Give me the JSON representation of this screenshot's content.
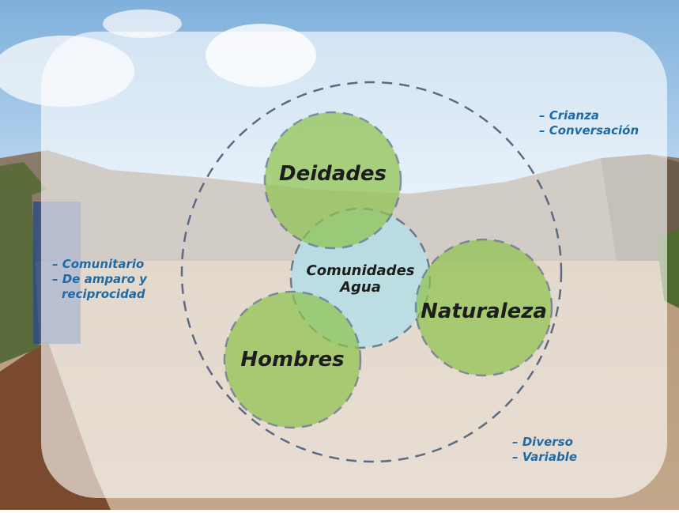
{
  "diagram": {
    "circles": {
      "deidades": "Deidades",
      "comunidades_line1": "Comunidades",
      "comunidades_line2": "Agua",
      "naturaleza": "Naturaleza",
      "hombres": "Hombres"
    },
    "notes": {
      "top_right": [
        "– Crianza",
        "– Conversación"
      ],
      "left": [
        "– Comunitario",
        "– De amparo y",
        "reciprocidad"
      ],
      "bottom_right": [
        "– Diverso",
        "– Variable"
      ]
    },
    "colors": {
      "green_circle": "#8fc34f",
      "blue_circle": "#b5dfe8",
      "dashed_stroke": "#5b6b82",
      "note_text": "#1f6aa5",
      "sky": "#9cc3e4"
    }
  }
}
